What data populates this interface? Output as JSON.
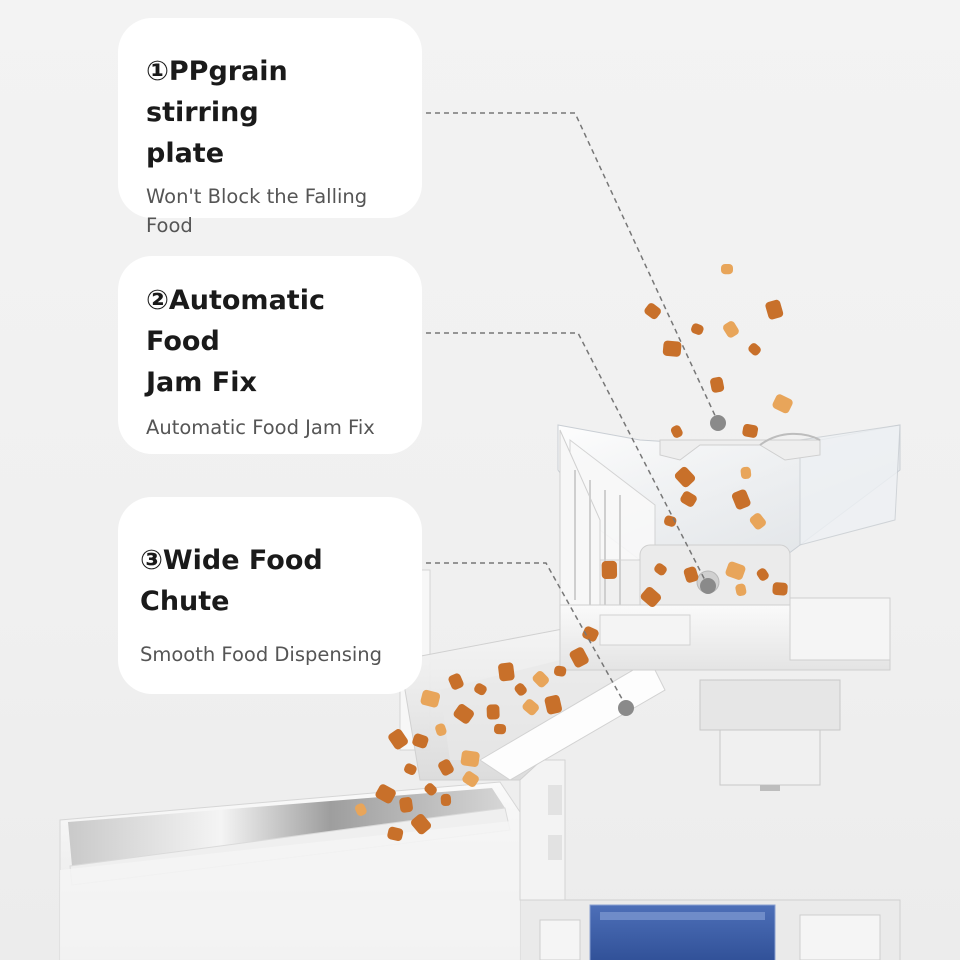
{
  "callouts": [
    {
      "title": "①PPgrain stirring plate",
      "title_line1": "①PPgrain stirring",
      "title_line2": "plate",
      "subtitle_line1": "Won't Block the Falling",
      "subtitle_line2": "Food"
    },
    {
      "title_line1": "②Automatic Food",
      "title_line2": "Jam Fix",
      "subtitle": "Automatic Food Jam Fix"
    },
    {
      "title": "③Wide Food Chute",
      "subtitle": "Smooth Food Dispensing"
    }
  ],
  "colors": {
    "background": "#f2f2f2",
    "card": "#ffffff",
    "title": "#1a1a1a",
    "subtitle": "#555555",
    "leader_line": "#777777",
    "kibble": "#c8702a",
    "kibble_light": "#e8a55a"
  }
}
